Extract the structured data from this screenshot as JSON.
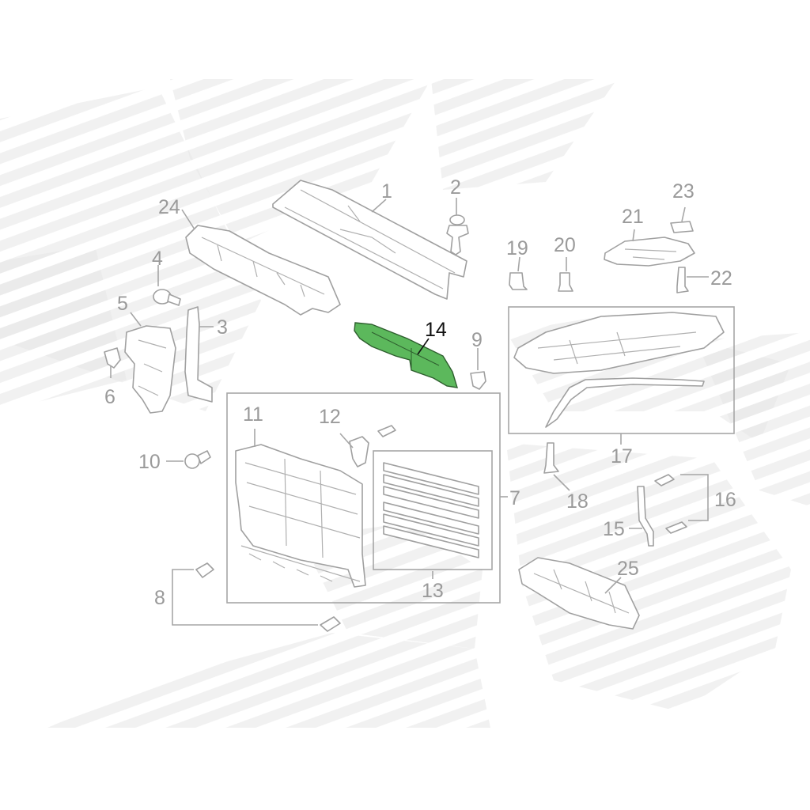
{
  "colors": {
    "line": "#9a9a9a",
    "highlight_fill": "#5cb85c",
    "highlight_label": "#111111"
  },
  "callouts": {
    "c1": "1",
    "c2": "2",
    "c3": "3",
    "c4": "4",
    "c5": "5",
    "c6": "6",
    "c7": "7",
    "c8": "8",
    "c9": "9",
    "c10": "10",
    "c11": "11",
    "c12": "12",
    "c13": "13",
    "c14": "14",
    "c15": "15",
    "c16": "16",
    "c17": "17",
    "c18": "18",
    "c19": "19",
    "c20": "20",
    "c21": "21",
    "c22": "22",
    "c23": "23",
    "c24": "24",
    "c25": "25"
  },
  "highlighted_part": "14"
}
